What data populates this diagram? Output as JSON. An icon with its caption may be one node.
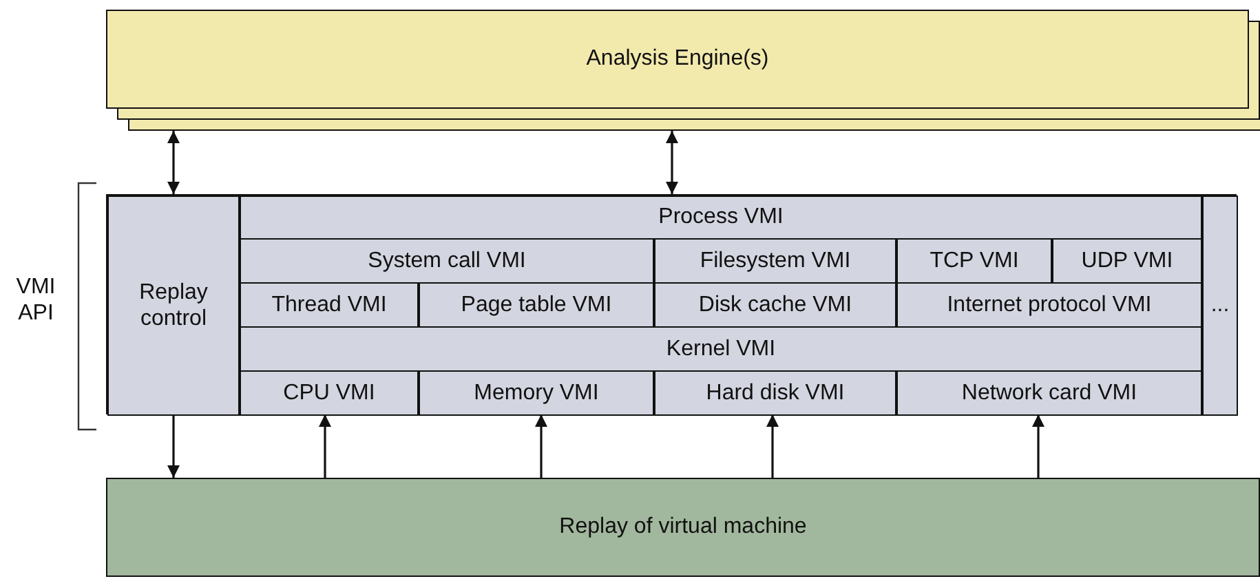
{
  "diagram": {
    "nodes": [
      {
        "text": [
          "Analysis Engine(s)"
        ]
      },
      {
        "text": [],
        "shape": "box",
        "beside": [
          "VMI API"
        ]
      },
      {
        "text": [
          "Replay control"
        ],
        "in": 1
      },
      {
        "text": [
          "Process VMI"
        ],
        "in": 1
      },
      {
        "text": [
          "System call VMI"
        ],
        "in": 1
      },
      {
        "text": [
          "Filesystem VMI"
        ],
        "in": 1
      },
      {
        "text": [
          "TCP VMI"
        ],
        "in": 1
      },
      {
        "text": [
          "UDP VMI"
        ],
        "in": 1
      },
      {
        "text": [
          "Thread VMI"
        ],
        "in": 1
      },
      {
        "text": [
          "Page table VMI"
        ],
        "in": 1
      },
      {
        "text": [
          "Disk cache VMI"
        ],
        "in": 1
      },
      {
        "text": [
          "Internet protocol VMI"
        ],
        "in": 1
      },
      {
        "text": [
          "Kernel VMI"
        ],
        "in": 1
      },
      {
        "text": [
          "CPU VMI"
        ],
        "in": 1
      },
      {
        "text": [
          "Memory VMI"
        ],
        "in": 1
      },
      {
        "text": [
          "Hard disk VMI"
        ],
        "in": 1
      },
      {
        "text": [
          "Network card VMI"
        ],
        "in": 1
      },
      {
        "text": [
          "..."
        ],
        "in": 1
      },
      {
        "text": [
          "Replay of virtual machine"
        ]
      }
    ],
    "edges": [
      {
        "from": 0,
        "to": 2,
        "arrow": "both"
      },
      {
        "from": 0,
        "to": 3,
        "arrow": "both"
      },
      {
        "from": 2,
        "to": 18,
        "arrow": "to"
      },
      {
        "from": 18,
        "to": 13,
        "arrow": "to"
      },
      {
        "from": 18,
        "to": 14,
        "arrow": "to"
      },
      {
        "from": 18,
        "to": 15,
        "arrow": "to"
      },
      {
        "from": 18,
        "to": 16,
        "arrow": "to"
      }
    ]
  }
}
